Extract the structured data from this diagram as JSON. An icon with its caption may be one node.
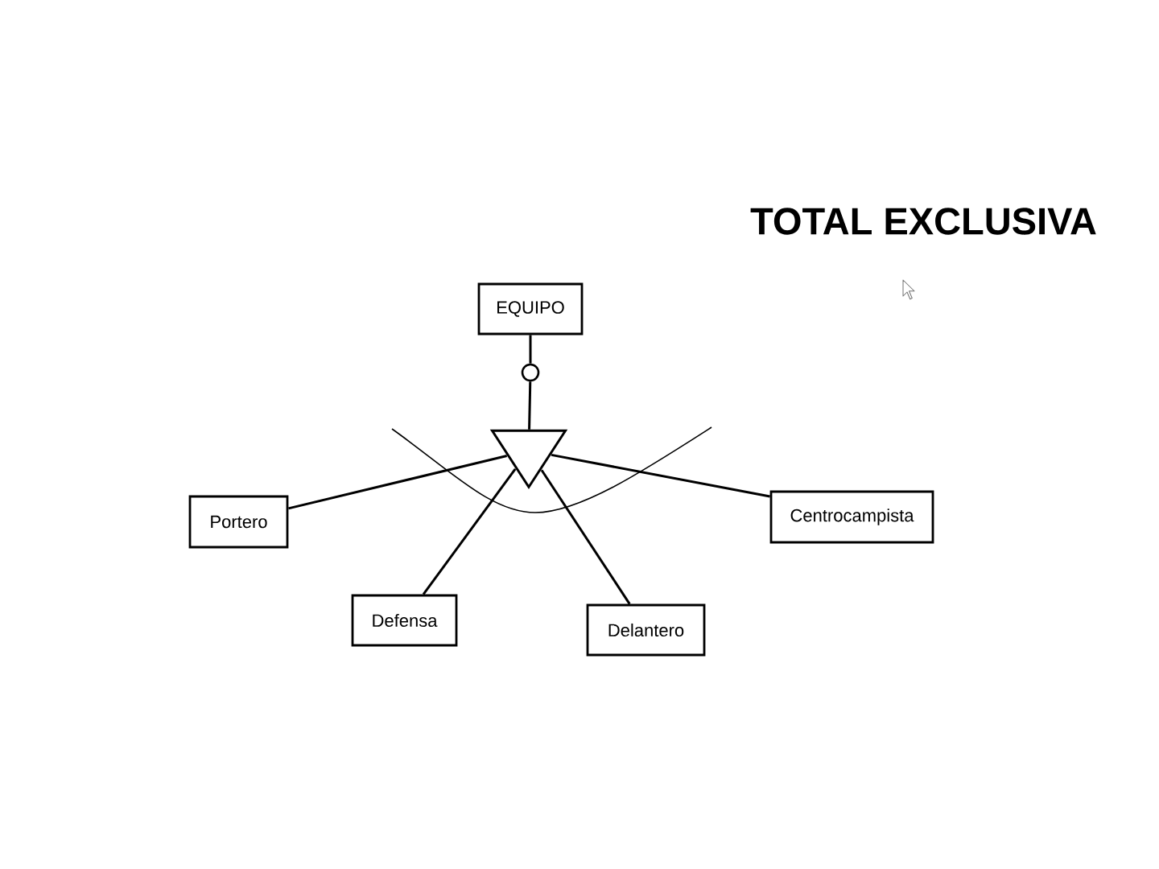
{
  "diagram": {
    "title": "TOTAL EXCLUSIVA",
    "nodes": [
      {
        "text": [
          "EQUIPO"
        ]
      },
      {
        "text": [],
        "shape": "circle"
      },
      {
        "text": [],
        "shape": "triangle"
      },
      {
        "text": [
          "Portero"
        ]
      },
      {
        "text": [
          "Defensa"
        ]
      },
      {
        "text": [
          "Delantero"
        ]
      },
      {
        "text": [
          "Centrocampista"
        ]
      }
    ],
    "edges": [
      {
        "from": 0,
        "to": 1,
        "arrow": "none"
      },
      {
        "from": 1,
        "to": 2,
        "arrow": "none"
      },
      {
        "from": 2,
        "to": 3,
        "arrow": "none"
      },
      {
        "from": 2,
        "to": 4,
        "arrow": "none"
      },
      {
        "from": 2,
        "to": 5,
        "arrow": "none"
      },
      {
        "from": 2,
        "to": 6,
        "arrow": "none"
      }
    ]
  }
}
